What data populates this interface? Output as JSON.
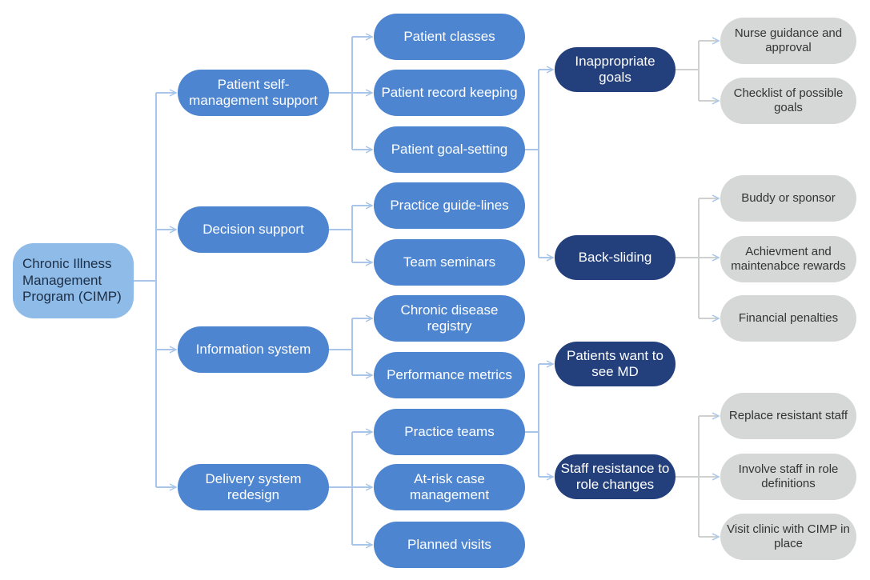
{
  "diagram": {
    "root": {
      "label": "Chronic Illness Management Program (CIMP)"
    },
    "branches": [
      {
        "label": "Patient self-management support"
      },
      {
        "label": "Decision support"
      },
      {
        "label": "Information system"
      },
      {
        "label": "Delivery system redesign"
      }
    ],
    "subitems": [
      {
        "label": "Patient classes"
      },
      {
        "label": "Patient record keeping"
      },
      {
        "label": "Patient goal-setting"
      },
      {
        "label": "Practice guide-lines"
      },
      {
        "label": "Team seminars"
      },
      {
        "label": "Chronic disease registry"
      },
      {
        "label": "Performance metrics"
      },
      {
        "label": "Practice teams"
      },
      {
        "label": "At-risk case management"
      },
      {
        "label": "Planned visits"
      }
    ],
    "issues": [
      {
        "label": "Inappropriate goals"
      },
      {
        "label": "Back-sliding"
      },
      {
        "label": "Patients want to see MD"
      },
      {
        "label": "Staff resistance to role changes"
      }
    ],
    "solutions": [
      {
        "label": "Nurse guidance and approval"
      },
      {
        "label": "Checklist of possible goals"
      },
      {
        "label": "Buddy or sponsor"
      },
      {
        "label": "Achievment and maintenabce rewards"
      },
      {
        "label": "Financial penalties"
      },
      {
        "label": "Replace resistant staff"
      },
      {
        "label": "Involve staff in role definitions"
      },
      {
        "label": "Visit clinic with CIMP in place"
      }
    ]
  },
  "colors": {
    "root_fill": "#8fbbe9",
    "branch_fill": "#4d85d1",
    "issue_fill": "#233f7c",
    "solution_fill": "#d6d8d7",
    "connector": "#a9c6ea"
  }
}
